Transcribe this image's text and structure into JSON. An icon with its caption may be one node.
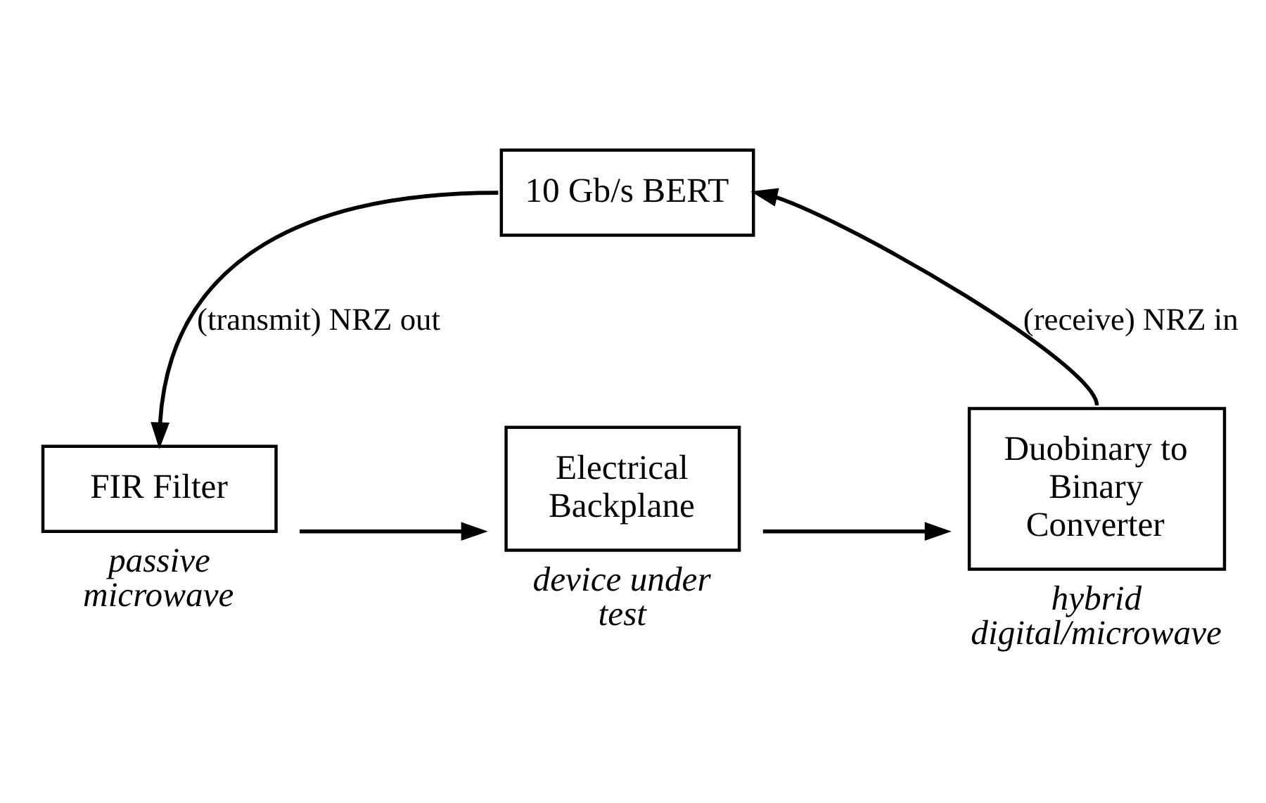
{
  "diagram": {
    "nodes": [
      {
        "text": [
          "10 Gb/s BERT"
        ]
      },
      {
        "text": [
          "FIR Filter"
        ],
        "beside": [
          "passive microwave"
        ]
      },
      {
        "text": [
          "Electrical Backplane"
        ],
        "beside": [
          "device under test"
        ]
      },
      {
        "text": [
          "Duobinary to Binary Converter"
        ],
        "beside": [
          "hybrid digital/microwave"
        ]
      }
    ],
    "edges": [
      {
        "from": 0,
        "to": 1,
        "arrow": "to",
        "label": "(transmit) NRZ out"
      },
      {
        "from": 1,
        "to": 2,
        "arrow": "to"
      },
      {
        "from": 2,
        "to": 3,
        "arrow": "to"
      },
      {
        "from": 3,
        "to": 0,
        "arrow": "to",
        "label": "(receive) NRZ in"
      }
    ]
  }
}
